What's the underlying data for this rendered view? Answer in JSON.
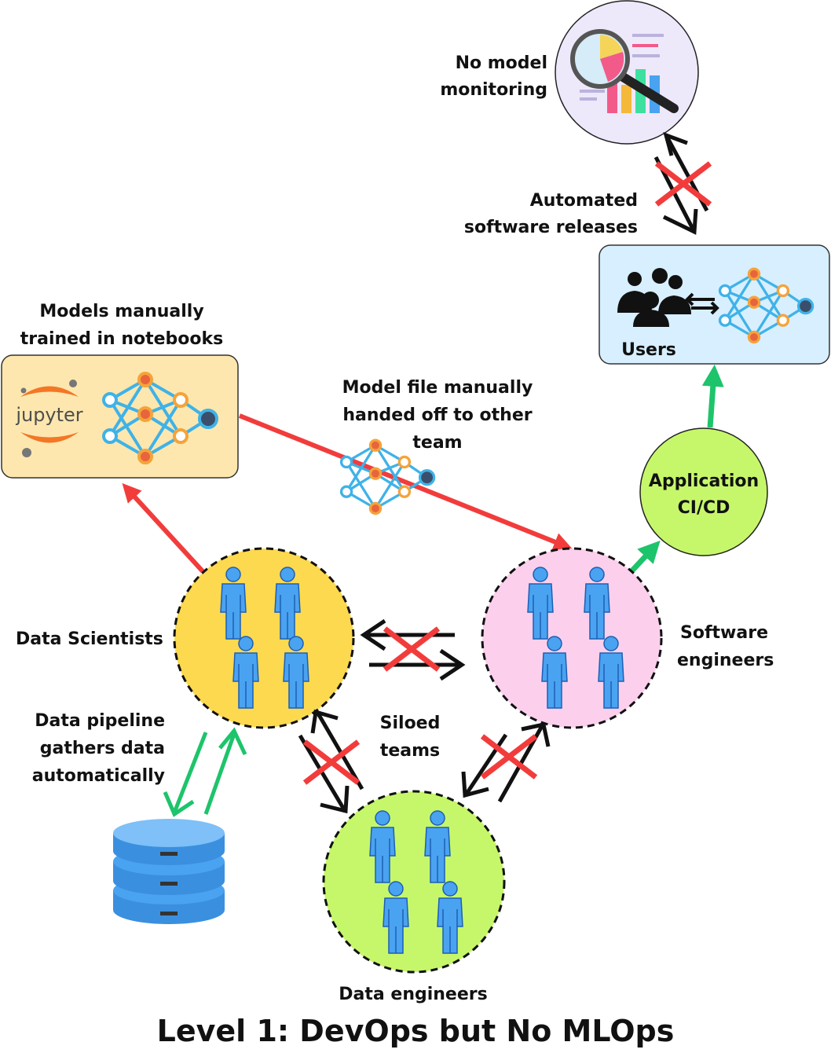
{
  "title": "Level 1: DevOps but No MLOps",
  "labels": {
    "no_monitoring": [
      "No model",
      "monitoring"
    ],
    "automated_releases": [
      "Automated",
      "software releases"
    ],
    "users": "Users",
    "models_trained": [
      "Models manually",
      "trained in notebooks"
    ],
    "model_handoff": [
      "Model file manually",
      "handed off to other",
      "team"
    ],
    "app_cicd": [
      "Application",
      "CI/CD"
    ],
    "data_scientists": "Data Scientists",
    "software_engineers": [
      "Software",
      "engineers"
    ],
    "data_pipeline": [
      "Data pipeline",
      "gathers data",
      "automatically"
    ],
    "siloed_teams": [
      "Siloed",
      "teams"
    ],
    "data_engineers": "Data engineers",
    "jupyter": "jupyter"
  },
  "colors": {
    "data_scientists_fill": "#fdd94f",
    "software_engineers_fill": "#fcd0ec",
    "data_engineers_fill": "#c6f76a",
    "cicd_fill": "#c6f76a",
    "notebook_box_fill": "#fde7ae",
    "users_box_fill": "#d7efff",
    "monitor_fill": "#eee8fb",
    "broken_cross": "#f23c3c",
    "automated_arrow": "#1dc46b",
    "manual_arrow": "#f23c3c",
    "database_blue": "#4aa3f0"
  },
  "icons": [
    "jupyter-logo",
    "neural-network-icon",
    "users-group-icon",
    "person-icon",
    "database-icon",
    "magnifier-chart-icon"
  ]
}
